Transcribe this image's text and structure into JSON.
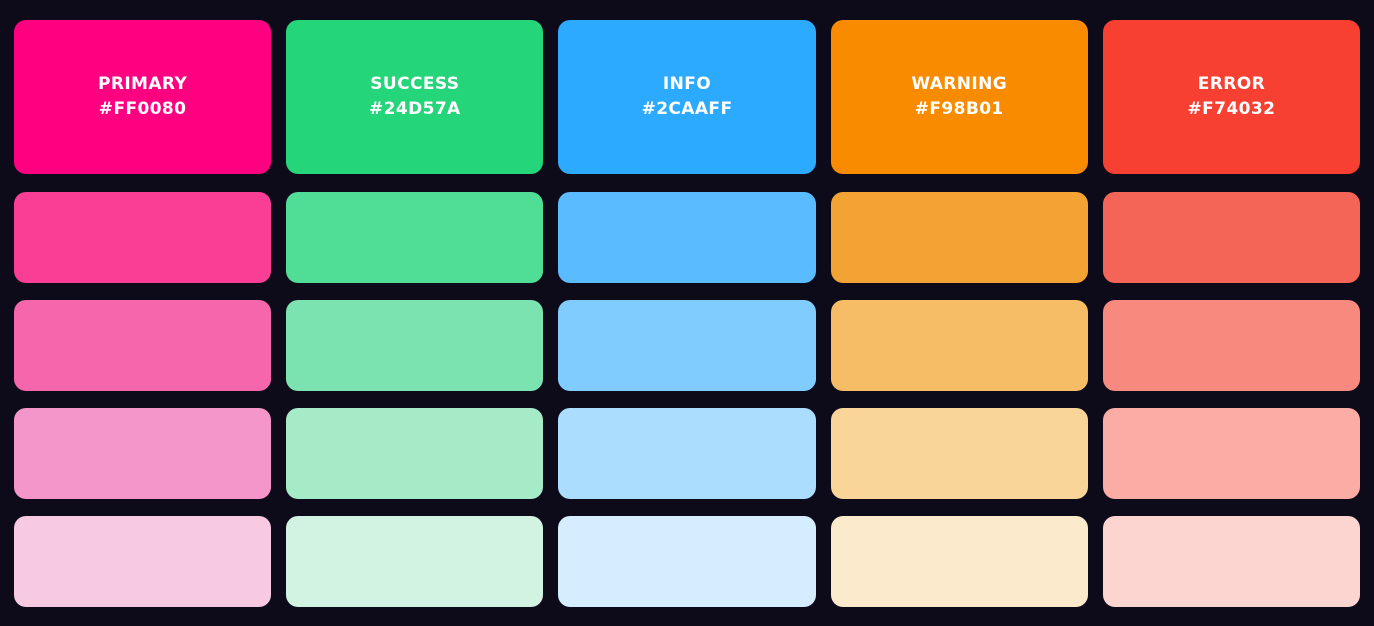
{
  "background_color": "#0D0A1A",
  "label_color": "#FFFFFF",
  "palette": {
    "columns": [
      {
        "name": "PRIMARY",
        "hex": "#FF0080",
        "tints": [
          "#FA3D95",
          "#F566AC",
          "#F596CA",
          "#F8CAE2"
        ]
      },
      {
        "name": "SUCCESS",
        "hex": "#24D57A",
        "tints": [
          "#50DD95",
          "#7BE3AF",
          "#A6EBC8",
          "#D2F3E2"
        ]
      },
      {
        "name": "INFO",
        "hex": "#2CAAFF",
        "tints": [
          "#5BBBFF",
          "#80CCFF",
          "#AADDFF",
          "#D5EEFF"
        ]
      },
      {
        "name": "WARNING",
        "hex": "#F98B01",
        "tints": [
          "#F3A333",
          "#F6BC66",
          "#F9D599",
          "#FCEACC"
        ]
      },
      {
        "name": "ERROR",
        "hex": "#F74032",
        "tints": [
          "#F56557",
          "#F7897F",
          "#FAACA5",
          "#FCD5D1"
        ]
      }
    ]
  }
}
